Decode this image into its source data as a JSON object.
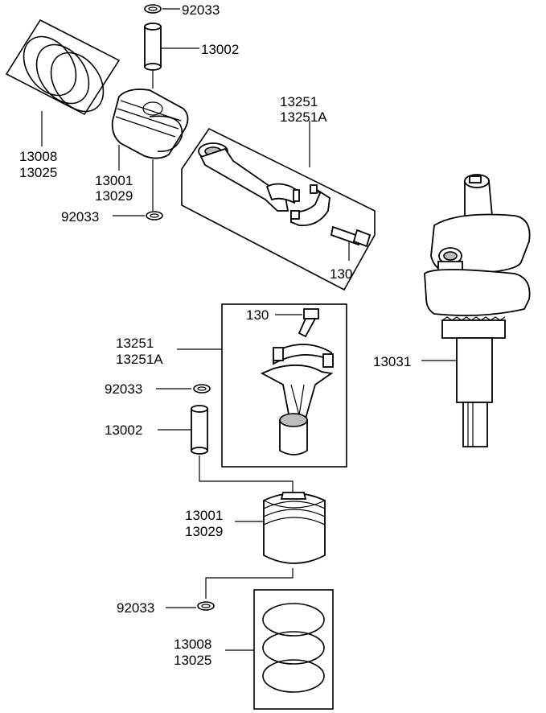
{
  "labels": {
    "clip_top": "92033",
    "pin_top": "13002",
    "rings_top_a": "13008",
    "rings_top_b": "13025",
    "piston_top_a": "13001",
    "piston_top_b": "13029",
    "clip_top_lower": "92033",
    "rod_top_a": "13251",
    "rod_top_b": "13251A",
    "bolt_top": "130",
    "bolt_mid": "130",
    "rod_mid_a": "13251",
    "rod_mid_b": "13251A",
    "clip_mid": "92033",
    "pin_mid": "13002",
    "crankshaft": "13031",
    "piston_bot_a": "13001",
    "piston_bot_b": "13029",
    "clip_bot": "92033",
    "rings_bot_a": "13008",
    "rings_bot_b": "13025"
  }
}
